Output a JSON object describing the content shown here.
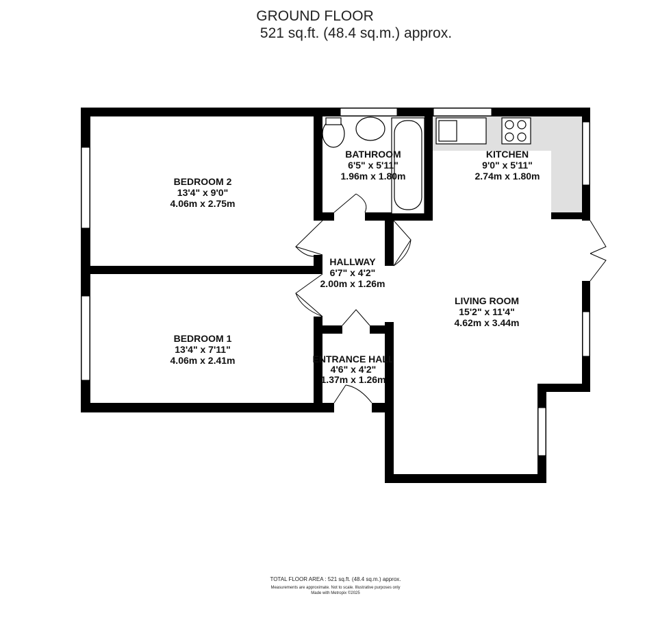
{
  "header": {
    "floor": "GROUND FLOOR",
    "area": "521 sq.ft. (48.4 sq.m.) approx."
  },
  "rooms": [
    {
      "name": "BEDROOM 2",
      "imperial": "13'4\"  x 9'0\"",
      "metric": "4.06m  x 2.75m"
    },
    {
      "name": "BATHROOM",
      "imperial": "6'5\"  x 5'11\"",
      "metric": "1.96m  x 1.80m"
    },
    {
      "name": "KITCHEN",
      "imperial": "9'0\"  x 5'11\"",
      "metric": "2.74m  x 1.80m"
    },
    {
      "name": "HALLWAY",
      "imperial": "6'7\"  x 4'2\"",
      "metric": "2.00m  x 1.26m"
    },
    {
      "name": "LIVING ROOM",
      "imperial": "15'2\"  x 11'4\"",
      "metric": "4.62m  x 3.44m"
    },
    {
      "name": "BEDROOM 1",
      "imperial": "13'4\"  x 7'11\"",
      "metric": "4.06m  x 2.41m"
    },
    {
      "name": "ENTRANCE HALL",
      "imperial": "4'6\"  x 4'2\"",
      "metric": "1.37m  x 1.26m"
    }
  ],
  "footer": {
    "total": "TOTAL FLOOR AREA : 521 sq.ft. (48.4 sq.m.) approx.",
    "disclaimer": "Measurements are approximate.  Not to scale.  Illustrative purposes only",
    "credit": "Made with Metropix ©2025"
  },
  "colors": {
    "wall": "#000000",
    "counter": "#e0e0e0",
    "window": "#ffffff"
  }
}
